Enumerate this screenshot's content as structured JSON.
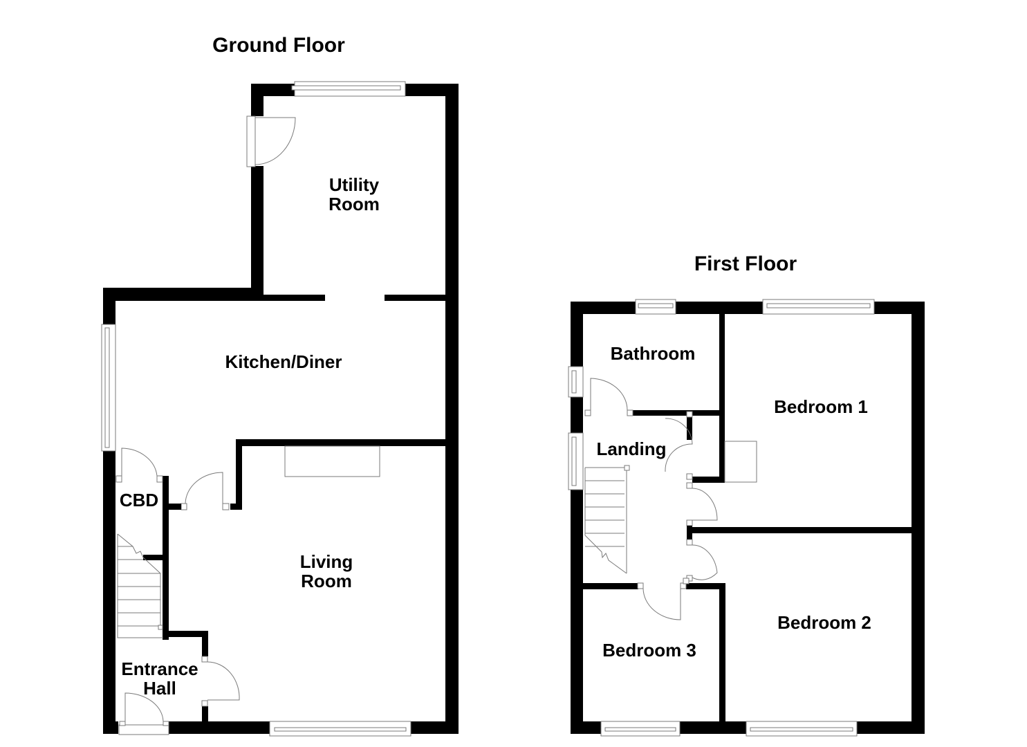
{
  "colors": {
    "wall": "#000000",
    "fixture_stroke": "#7a7a7a",
    "background": "#ffffff"
  },
  "ground_floor": {
    "title": "Ground Floor",
    "rooms": [
      {
        "name": "utility_room",
        "line1": "Utility",
        "line2": "Room"
      },
      {
        "name": "kitchen_diner",
        "line1": "Kitchen/Diner"
      },
      {
        "name": "cbd",
        "line1": "CBD"
      },
      {
        "name": "living_room",
        "line1": "Living",
        "line2": "Room"
      },
      {
        "name": "entrance_hall",
        "line1": "Entrance",
        "line2": "Hall"
      }
    ]
  },
  "first_floor": {
    "title": "First Floor",
    "rooms": [
      {
        "name": "bathroom",
        "line1": "Bathroom"
      },
      {
        "name": "landing",
        "line1": "Landing"
      },
      {
        "name": "bedroom_1",
        "line1": "Bedroom 1"
      },
      {
        "name": "bedroom_2",
        "line1": "Bedroom 2"
      },
      {
        "name": "bedroom_3",
        "line1": "Bedroom 3"
      }
    ]
  }
}
